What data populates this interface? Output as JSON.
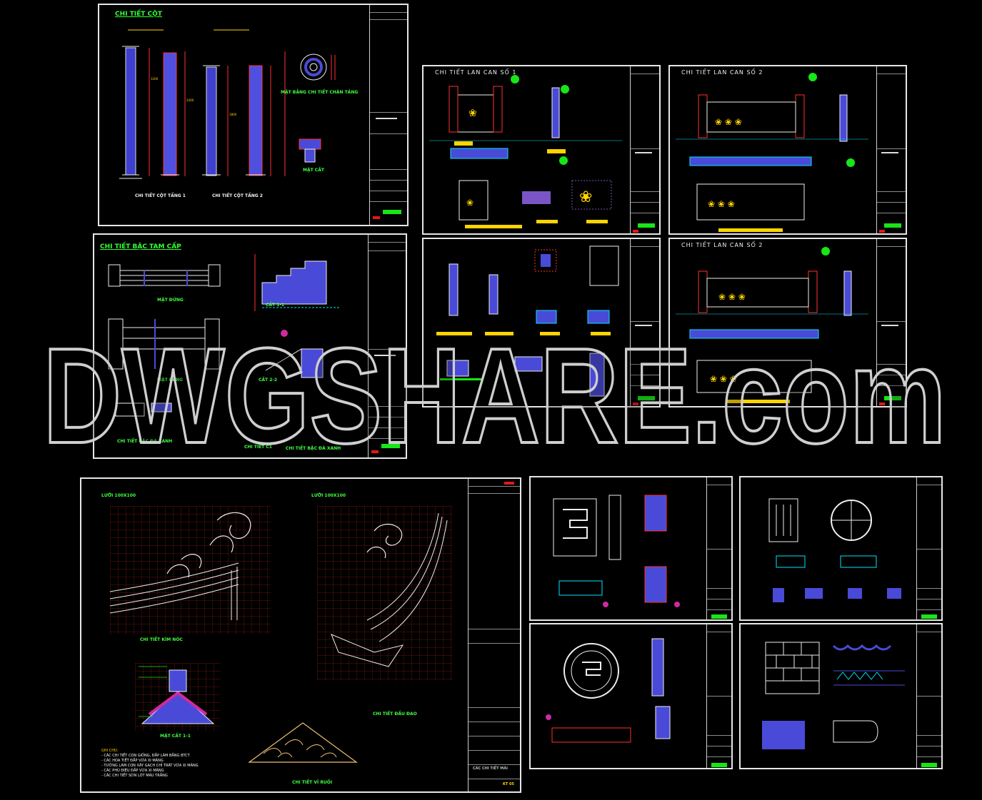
{
  "watermark": "DWGSHARE.com",
  "colors": {
    "accent": "#17e617",
    "dim": "#ff2a2a",
    "fill": "#4a4ad8",
    "gold": "#ffd400",
    "cyan": "#00e5ff"
  },
  "sheets": {
    "cot": {
      "title": "CHI TIẾT CỘT",
      "label1": "CHI TIẾT CỘT TẦNG 1",
      "label2": "CHI TIẾT CỘT TẦNG 2",
      "section": "MẶT CẮT",
      "plan": "MẶT BẰNG CHI TIẾT CHÂN TẢNG"
    },
    "lancan1": {
      "title": "CHI TIẾT LAN CAN SỐ 1"
    },
    "lancan2a": {
      "title": "CHI TIẾT LAN CAN SỐ 2"
    },
    "lancan2b": {
      "title": "CHI TIẾT LAN CAN SỐ 2"
    },
    "bac": {
      "title": "CHI TIẾT BẬC TAM CẤP",
      "label1": "CẮT 1-1",
      "label2": "CẮT 2-2",
      "label3": "CHI TIẾT BẬC ĐÁ XANH",
      "label4": "CHI TIẾT C1",
      "label5": "CHI TIẾT BẬC ĐÁ XANH",
      "label6": "MẶT ĐỨNG",
      "label7": "MẶT BẰNG"
    },
    "mai": {
      "label1": "CHI TIẾT KÌM NÓC",
      "label2": "CHI TIẾT ĐẦU ĐAO",
      "label3": "MẶT CẮT 1-1",
      "label4": "CHI TIẾT VỈ RUỒI",
      "grid1": "LƯỚI 100X100",
      "grid2": "LƯỚI 100X100",
      "note_head": "GHI CHÚ:",
      "notes": [
        "- CÁC CHI TIẾT CON GIỐNG, ĐẮP LÀM BẰNG BTCT",
        "- CÁC HOA TIẾT ĐẮP VỮA XI MĂNG",
        "- TƯỜNG LÀM CON XÂY GẠCH CHỈ TRÁT VỮA XI MĂNG",
        "- CÁC PHÙ ĐIÊU ĐẮP VỮA XI MĂNG",
        "- CÁC CHI TIẾT SƠN LÓT MÀU TRẮNG"
      ],
      "tb_label": "CÁC CHI TIẾT MÁI",
      "tb_code": "KT 05"
    }
  }
}
